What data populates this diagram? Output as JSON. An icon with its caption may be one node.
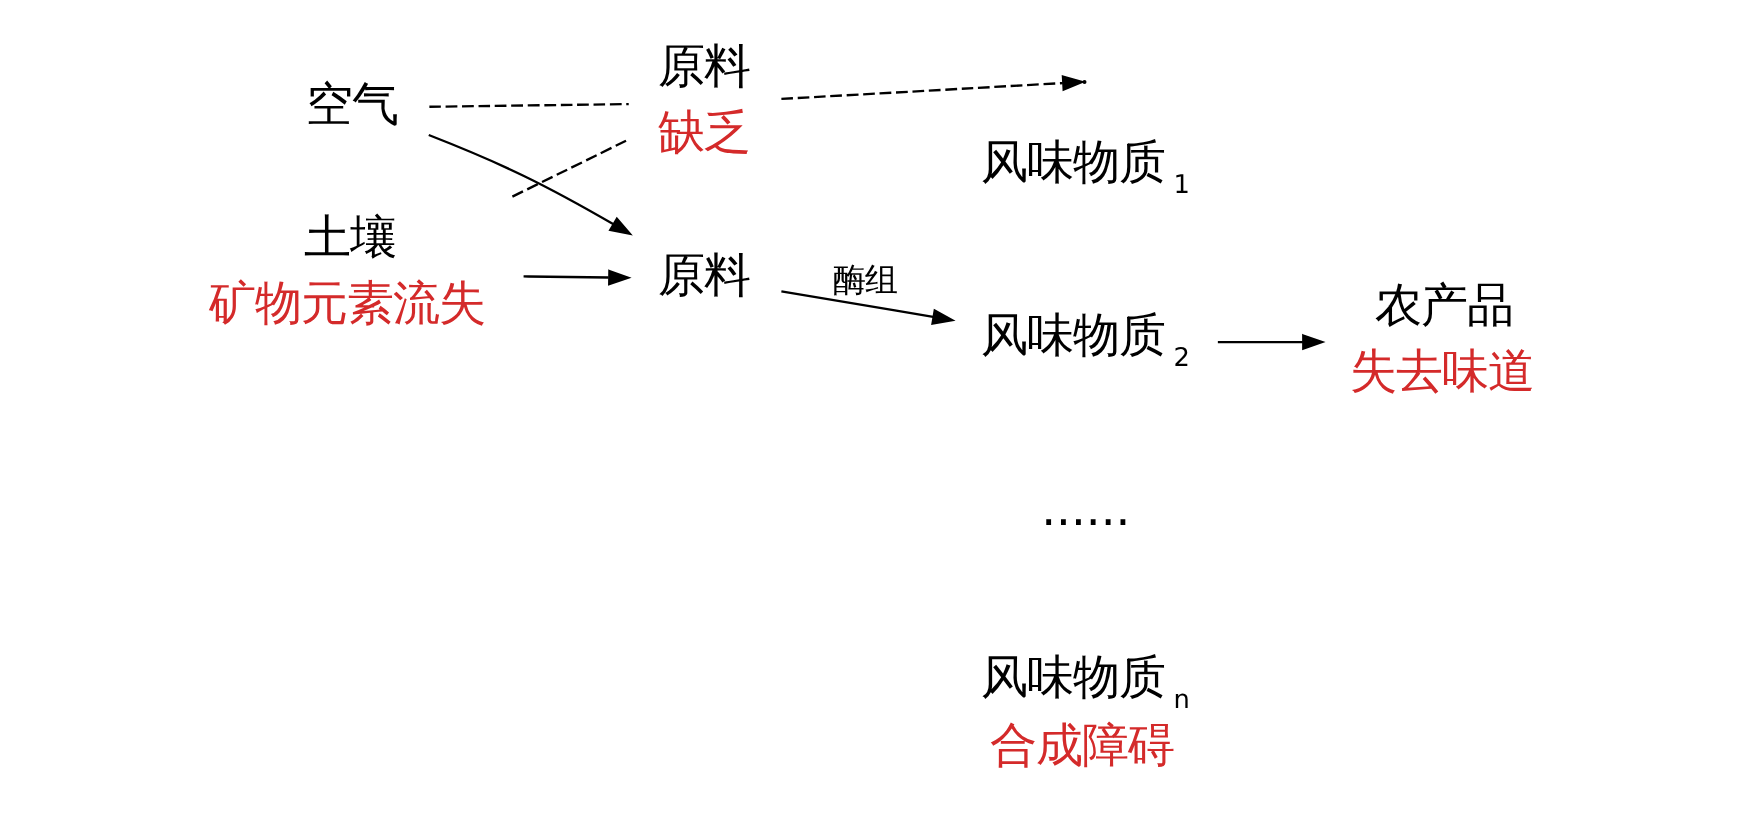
{
  "diagram": {
    "nodes": [
      {
        "text": [
          "空气"
        ]
      },
      {
        "text": [
          "土壤"
        ],
        "beside": [
          "矿物元素流失"
        ]
      },
      {
        "text": [
          "原料"
        ],
        "beside": [
          "缺乏"
        ]
      },
      {
        "text": [
          "原料"
        ]
      },
      {
        "text": [
          "风味物质$_{1}$"
        ]
      },
      {
        "text": [
          "风味物质$_{2}$"
        ]
      },
      {
        "text": [
          "风味物质$_{n}$"
        ],
        "beside": [
          "合成障碍"
        ]
      },
      {
        "text": [
          "农产品"
        ],
        "beside": [
          "失去味道"
        ]
      }
    ],
    "edges": [
      {
        "from": 0,
        "to": 3,
        "arrow": "to"
      },
      {
        "from": 1,
        "to": 3,
        "arrow": "to"
      },
      {
        "from": 0,
        "to": 2,
        "arrow": "none",
        "style": "dashed"
      },
      {
        "from": 1,
        "to": 2,
        "arrow": "none",
        "style": "dashed"
      },
      {
        "from": 2,
        "to": null,
        "arrow": "to",
        "style": "dashed"
      },
      {
        "from": 3,
        "to": 5,
        "arrow": "to",
        "label": "酶组"
      },
      {
        "from": 5,
        "to": 7,
        "arrow": "to"
      }
    ],
    "labels": [
      "......"
    ]
  }
}
